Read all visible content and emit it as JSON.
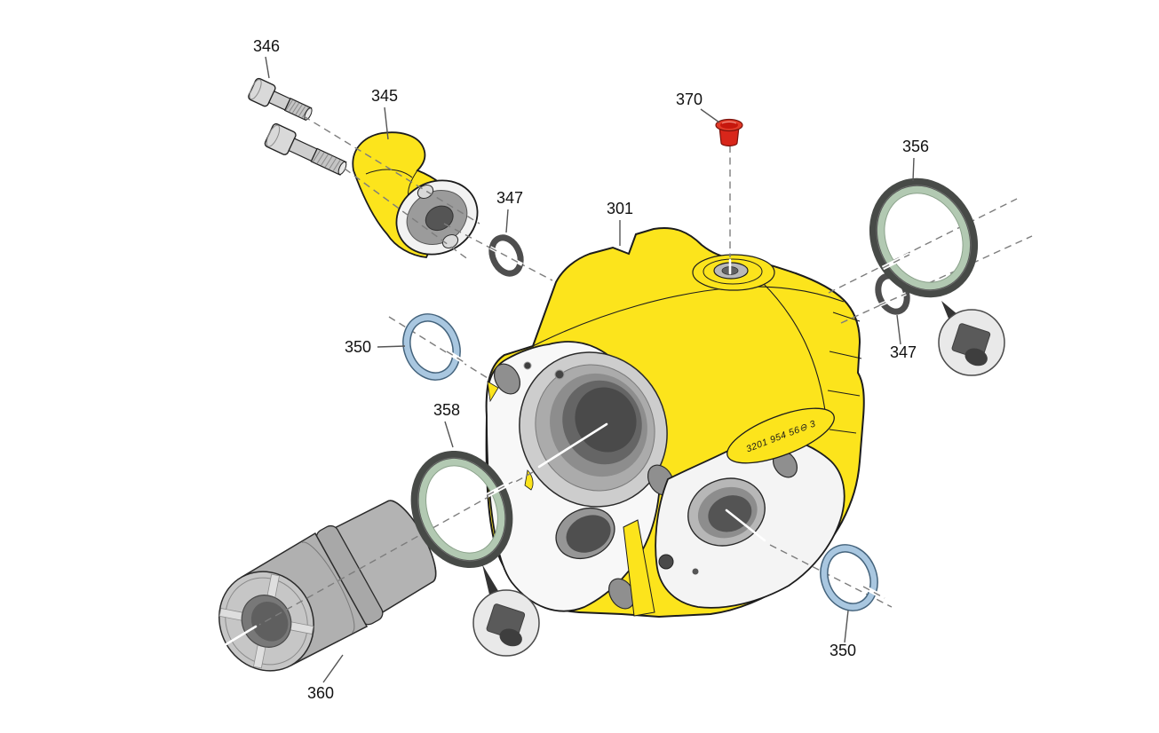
{
  "diagram": {
    "type": "exploded-parts-diagram",
    "background_color": "#ffffff",
    "stamp": {
      "text": "3201 954 56⊖ 3"
    },
    "colors": {
      "housing_yellow": "#FCE41C",
      "face_white": "#f8f8f8",
      "metal_gray": "#b5b5b5",
      "bore_dark": "#4a4a4a",
      "seal_outer_gray": "#474a47",
      "seal_inner_green": "#b2c9b2",
      "retaining_ring_blue": "#a9c7e0",
      "retaining_ring_edge": "#44637c",
      "o_ring_gray": "#4e4e4e",
      "plug_red": "#d8261a",
      "callout_background": "#e9e9e9",
      "dash_gray": "#7d7d7d"
    },
    "labels": [
      {
        "text": "346",
        "target": "socket-head-screws"
      },
      {
        "text": "345",
        "target": "flange-fitting"
      },
      {
        "text": "370",
        "target": "plug"
      },
      {
        "text": "356",
        "target": "seal-ring-right"
      },
      {
        "text": "347",
        "target": "o-ring-upper"
      },
      {
        "text": "301",
        "target": "pump-housing"
      },
      {
        "text": "347",
        "target": "o-ring-right"
      },
      {
        "text": "350",
        "target": "retaining-ring-left"
      },
      {
        "text": "358",
        "target": "seal-ring-left"
      },
      {
        "text": "350",
        "target": "retaining-ring-right"
      },
      {
        "text": "360",
        "target": "coupling-sleeve"
      }
    ],
    "callouts": [
      {
        "icon": "square-plug-icon",
        "attached_to": "seal-ring-right"
      },
      {
        "icon": "square-plug-icon",
        "attached_to": "seal-ring-left"
      }
    ]
  }
}
